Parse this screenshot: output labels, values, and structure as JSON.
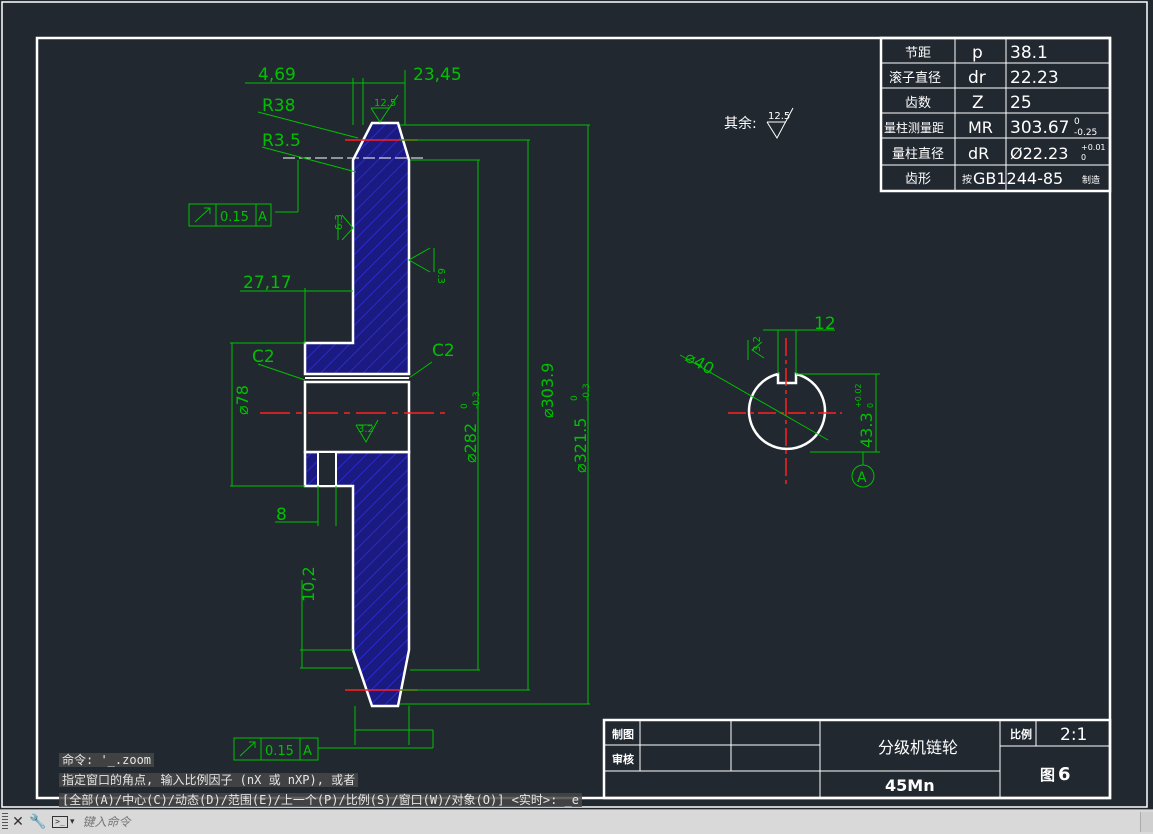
{
  "colors": {
    "background": "#212830",
    "frame": "#ffffff",
    "dimension": "#00c000",
    "centerline": "#ff2020",
    "hatch": "#2a2ad0",
    "hatch_bg": "#1a1a80"
  },
  "params_table": [
    {
      "label": "节距",
      "symbol": "p",
      "value": "38.1"
    },
    {
      "label": "滚子直径",
      "symbol": "dr",
      "value": "22.23"
    },
    {
      "label": "齿数",
      "symbol": "Z",
      "value": "25"
    },
    {
      "label": "量柱测量距",
      "symbol": "MR",
      "value": "303.67",
      "upper": "0",
      "lower": "-0.25"
    },
    {
      "label": "量柱直径",
      "symbol": "dR",
      "value": "Ø22.23",
      "upper": "+0.01",
      "lower": "0"
    },
    {
      "label": "齿形",
      "symbol": "",
      "value": "GB1244-85",
      "prefix": "按",
      "suffix": "制造"
    }
  ],
  "title_block": {
    "draw_label": "制图",
    "check_label": "审核",
    "part_name": "分级机链轮",
    "material": "45Mn",
    "scale_label": "比例",
    "scale_value": "2:1",
    "sheet_label": "图",
    "sheet_no": "6"
  },
  "annotations": {
    "other_roughness_label": "其余:",
    "other_roughness": "12.5",
    "roughness_top": "12.5",
    "roughness_left": "6.3",
    "roughness_right": "6.3",
    "roughness_bore": "3.2",
    "roughness_key": "3.2"
  },
  "dimensions": {
    "d1": "4,69",
    "d2": "23,45",
    "r1": "R38",
    "r2": "R3.5",
    "d3": "27,17",
    "c1": "C2",
    "c2": "C2",
    "d78": "⌀78",
    "d282": "⌀282",
    "d282_upper": "0",
    "d282_lower": "-0.3",
    "d3039": "⌀303.9",
    "d3215": "⌀321.5",
    "d3215_upper": "0",
    "d3215_lower": "-0.3",
    "d8": "8",
    "d102": "10,2",
    "d40": "⌀40",
    "d12": "12",
    "d433": "43.3",
    "d433_upper": "+0.02",
    "d433_lower": "0",
    "datum": "A",
    "tol1_value": "0.15",
    "tol1_datum": "A",
    "tol2_value": "0.15",
    "tol2_datum": "A"
  },
  "command_history": [
    "命令: '_.zoom",
    "指定窗口的角点, 输入比例因子 (nX 或 nXP), 或者",
    "[全部(A)/中心(C)/动态(D)/范围(E)/上一个(P)/比例(S)/窗口(W)/对象(O)] <实时>: _e"
  ],
  "command_input": {
    "placeholder": "键入命令",
    "value": ""
  },
  "command_bar_icons": [
    "close-icon",
    "wrench-icon",
    "command-prompt-icon"
  ]
}
